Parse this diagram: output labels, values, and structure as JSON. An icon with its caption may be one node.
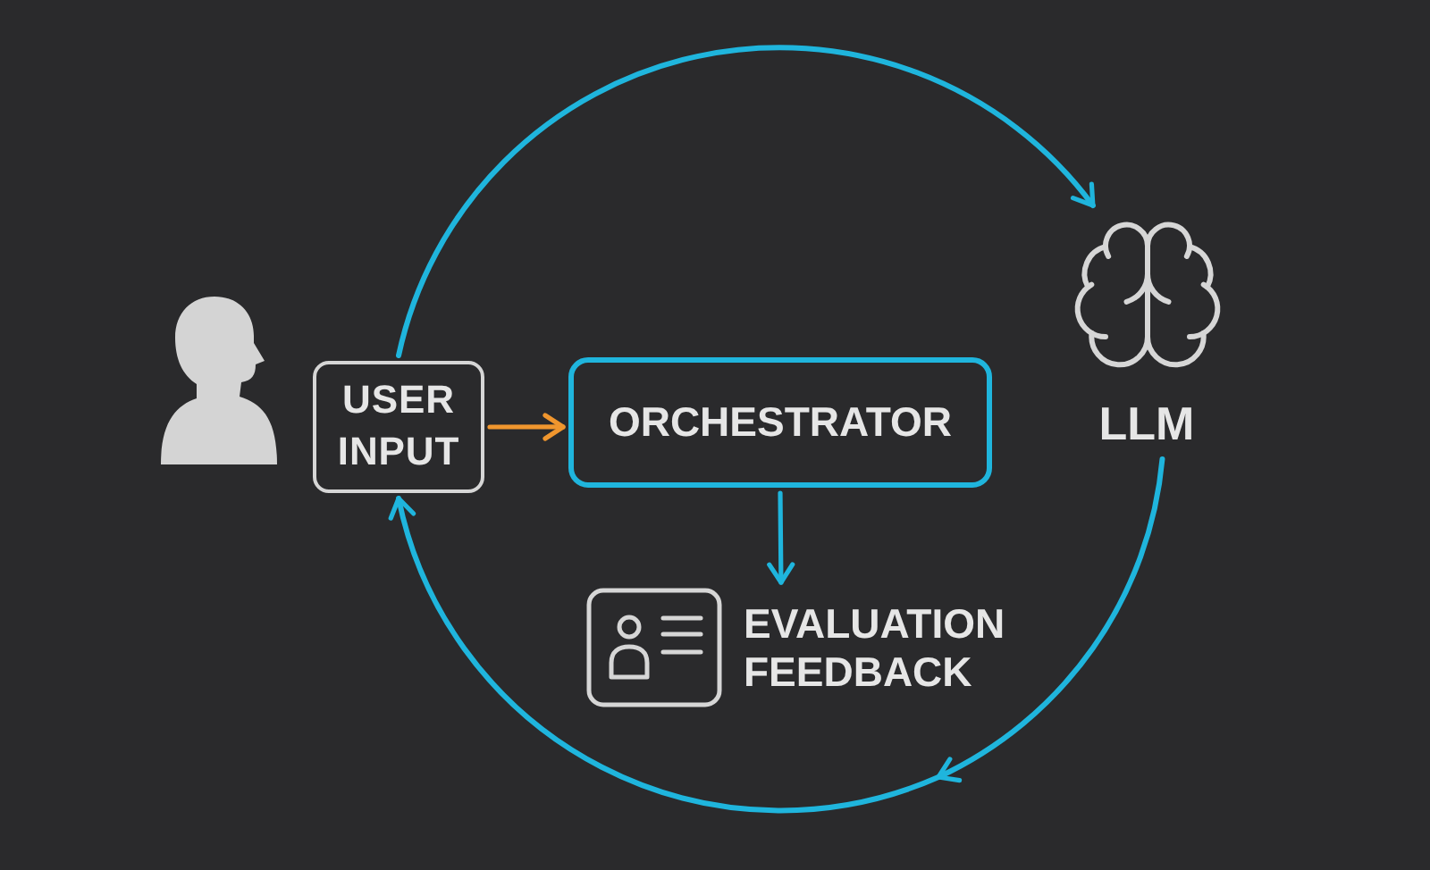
{
  "diagram": {
    "nodes": [
      {
        "text": [
          "USER INPUT"
        ]
      },
      {
        "text": [
          "ORCHESTRATOR"
        ]
      },
      {
        "text": [
          "LLM"
        ]
      },
      {
        "text": [
          "EVALUATION FEEDBACK"
        ]
      }
    ],
    "edges": [
      {
        "from": 0,
        "to": 1,
        "arrow": "to",
        "color": "#f0962e"
      },
      {
        "from": 1,
        "to": 3,
        "arrow": "to"
      },
      {
        "from": 0,
        "to": 2,
        "arrow": "to"
      },
      {
        "from": 2,
        "to": 0,
        "arrow": "to"
      }
    ]
  }
}
